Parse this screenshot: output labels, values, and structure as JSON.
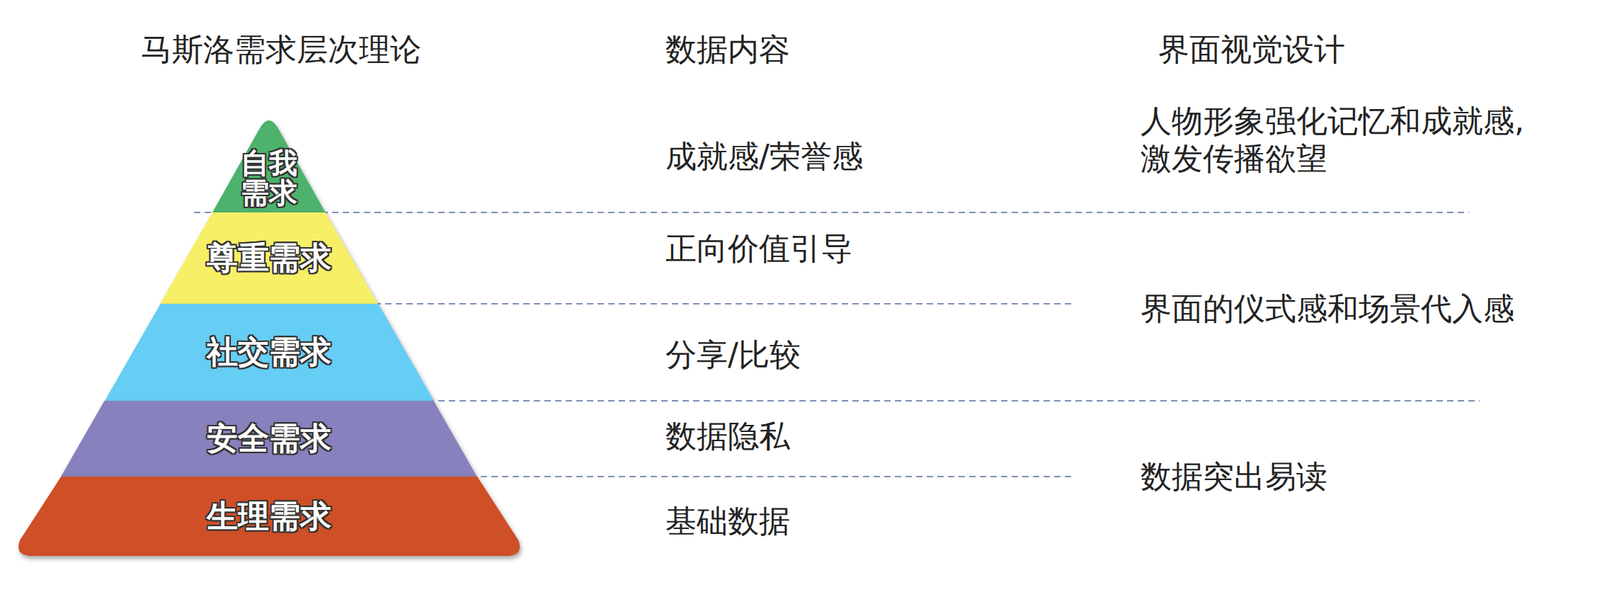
{
  "diagram": {
    "nodes": [
      {
        "text": [
          "自我 需求"
        ]
      },
      {
        "text": [
          "尊重需求"
        ]
      },
      {
        "text": [
          "社交需求"
        ]
      },
      {
        "text": [
          "安全需求"
        ]
      },
      {
        "text": [
          "生理需求"
        ]
      }
    ],
    "labels": [
      "马斯洛需求层次理论",
      "数据内容",
      "界面视觉设计",
      "成就感/荣誉感",
      "正向价值引导",
      "分享/比较",
      "数据隐私",
      "基础数据",
      "人物形象强化记忆和成就感, 激发传播欲望",
      "界面的仪式感和场景代入感",
      "数据突出易读"
    ]
  }
}
